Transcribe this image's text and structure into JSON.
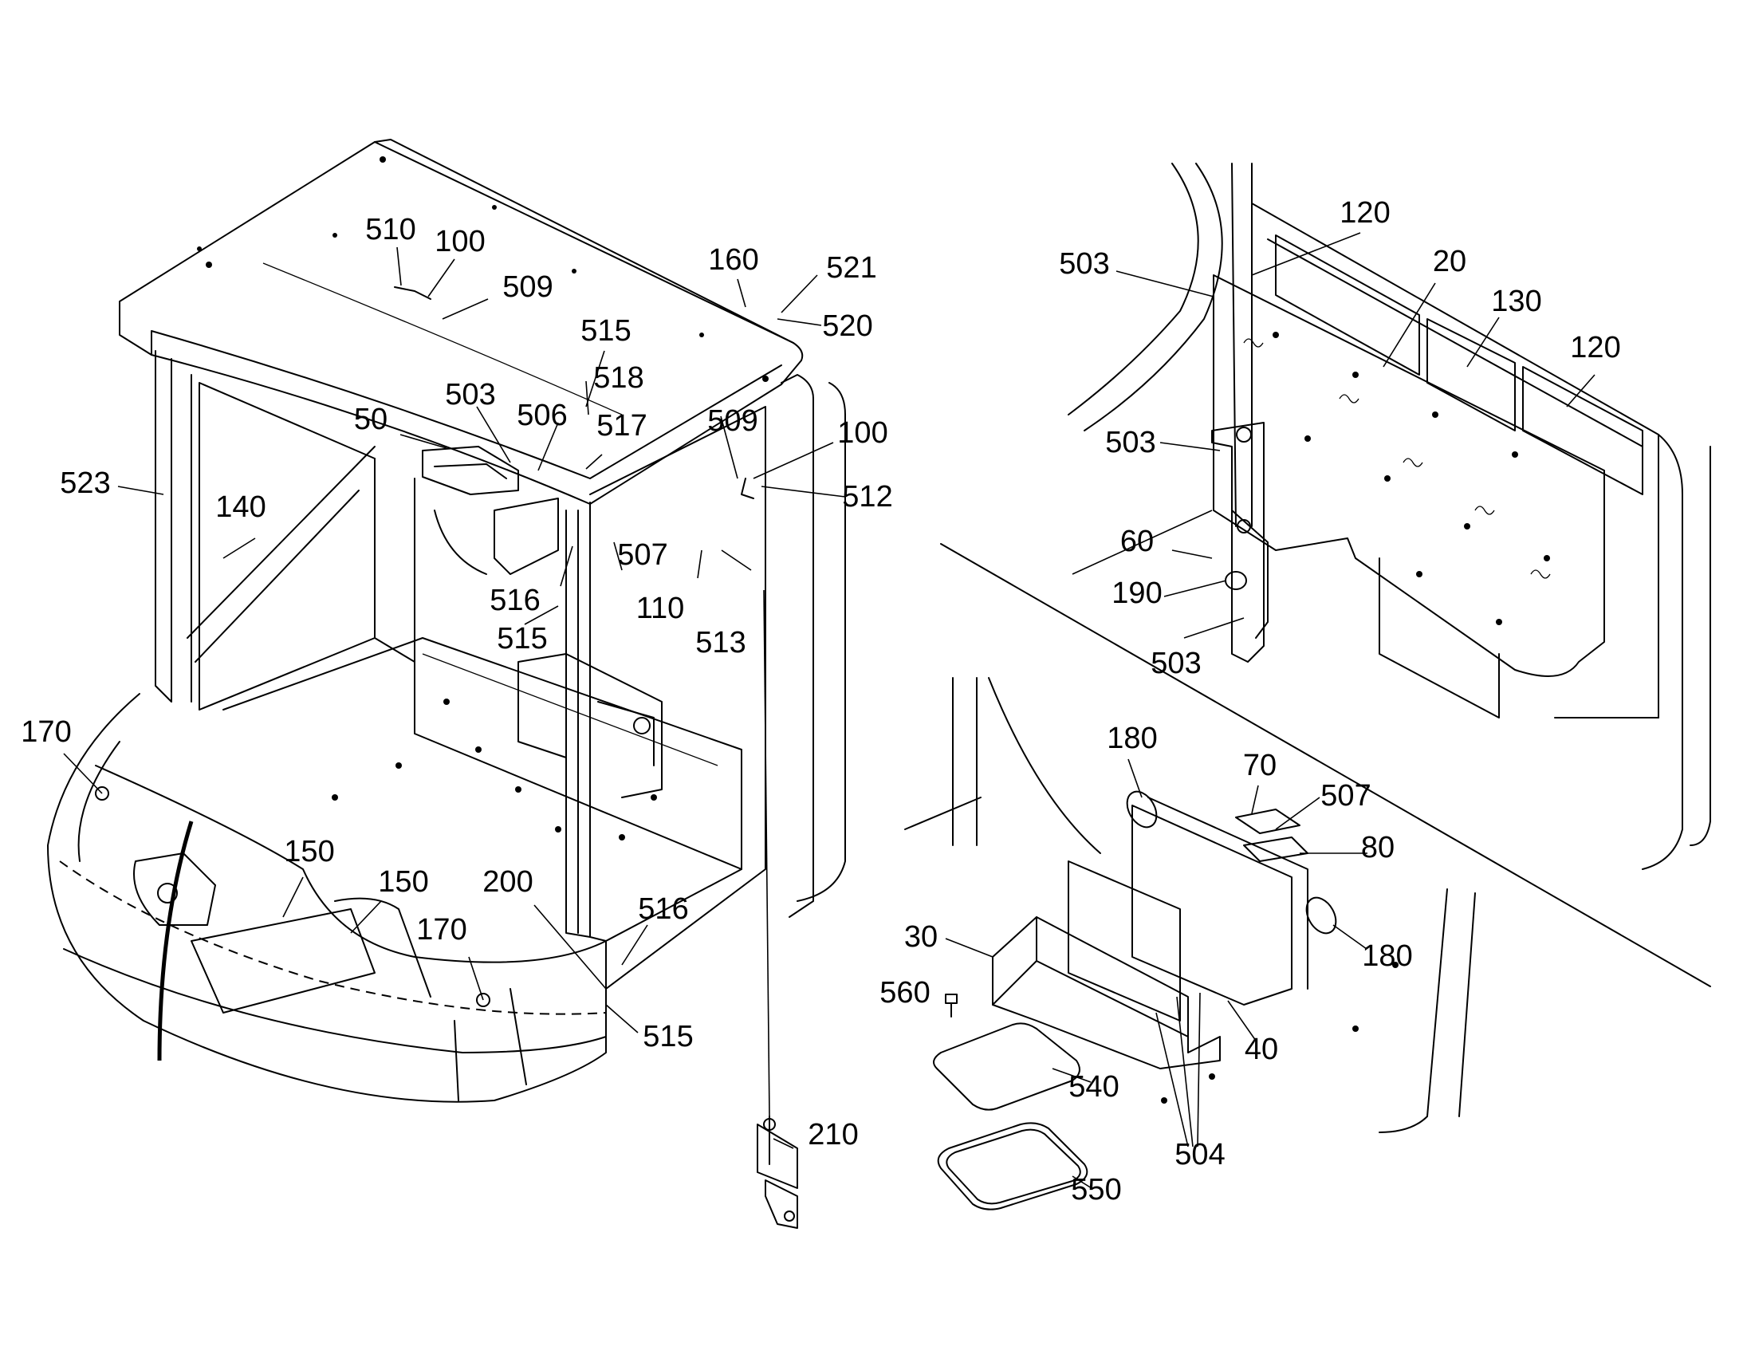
{
  "views": {
    "cab_overview": {
      "callouts": [
        "510",
        "100",
        "509",
        "160",
        "521",
        "520",
        "515",
        "518",
        "503",
        "50",
        "506",
        "517",
        "509",
        "100",
        "512",
        "523",
        "140",
        "516",
        "507",
        "110",
        "515",
        "513",
        "170",
        "150",
        "150",
        "200",
        "516",
        "170",
        "515",
        "210"
      ]
    },
    "rear_panel_detail": {
      "callouts": [
        "120",
        "20",
        "503",
        "130",
        "120",
        "503",
        "60",
        "190",
        "503"
      ]
    },
    "floor_box_detail": {
      "callouts": [
        "180",
        "70",
        "507",
        "80",
        "30",
        "180",
        "560",
        "40",
        "540",
        "504",
        "550"
      ]
    }
  }
}
